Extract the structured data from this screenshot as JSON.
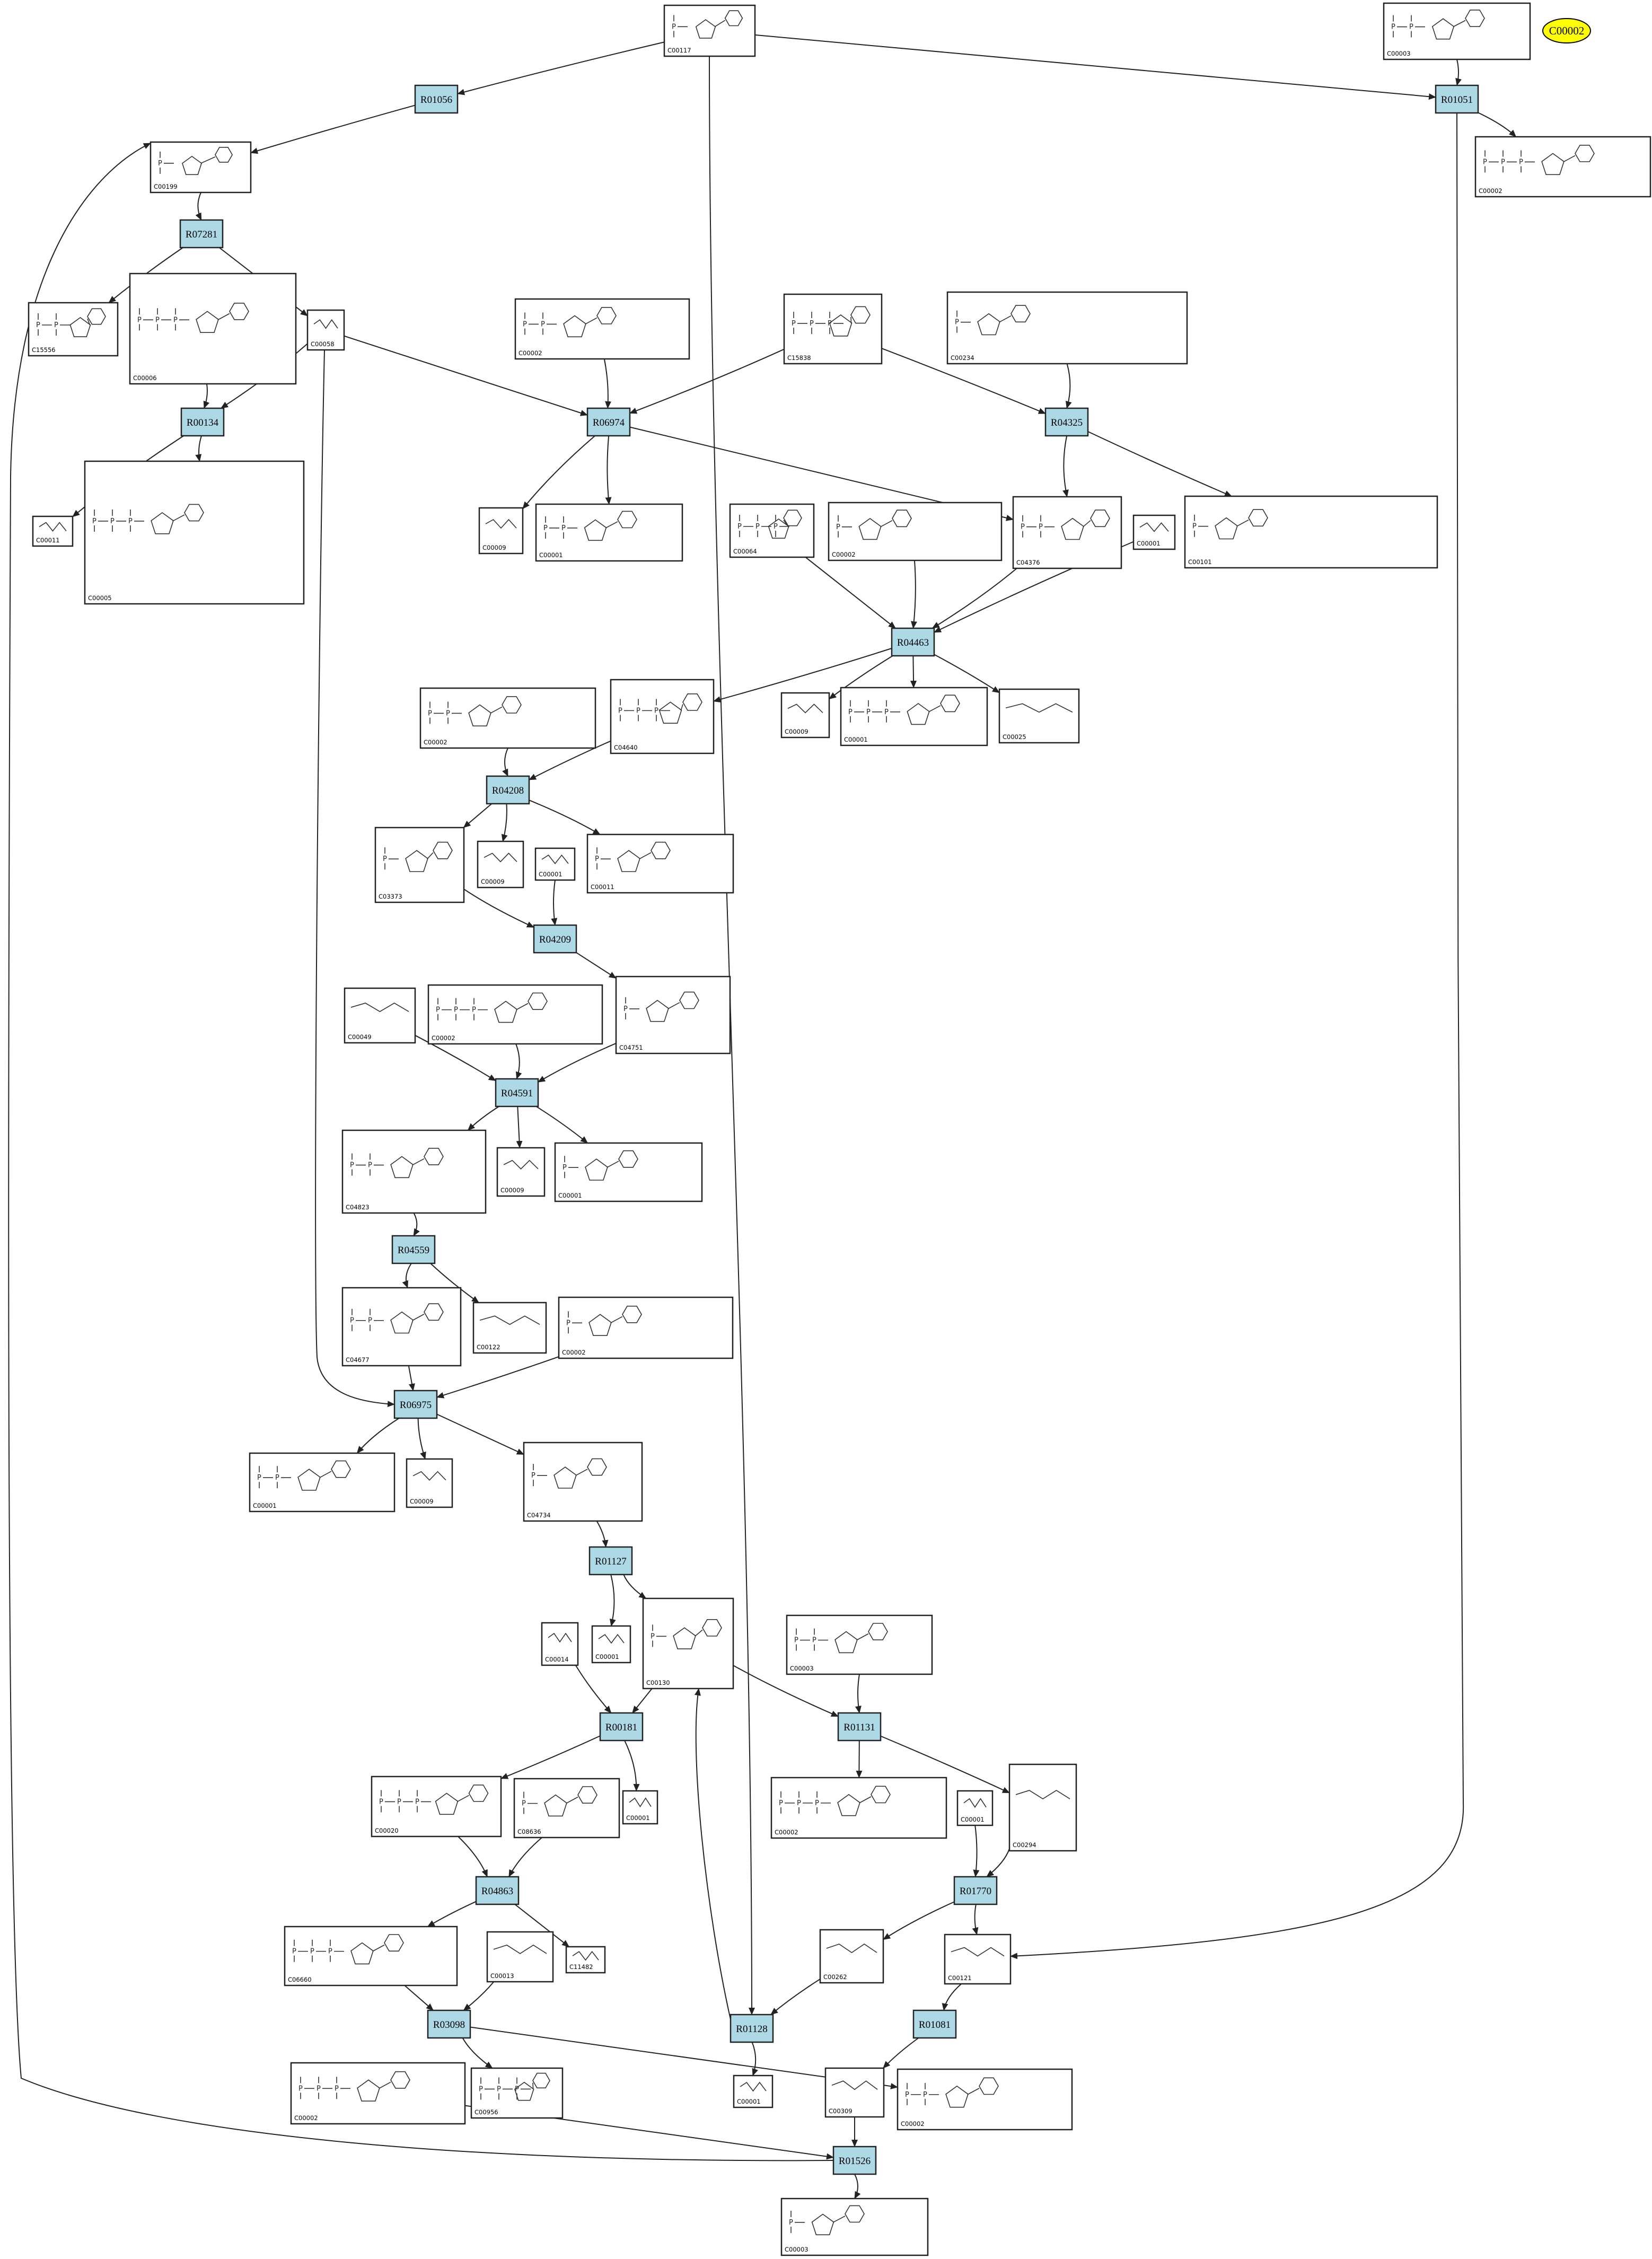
{
  "legend": {
    "label": "C00002",
    "color": "#ffff00"
  },
  "colors": {
    "reaction_fill": "#add8e6",
    "compound_fill": "#ffffff",
    "edge": "#222222"
  },
  "reactions": [
    "R01056",
    "R01051",
    "R07281",
    "R00134",
    "R06974",
    "R04325",
    "R04463",
    "R04208",
    "R04209",
    "R04591",
    "R04559",
    "R06975",
    "R01127",
    "R00181",
    "R01131",
    "R04863",
    "R01770",
    "R03098",
    "R01128",
    "R01081",
    "R01526"
  ],
  "compounds": [
    "C00117",
    "C00003",
    "C00002",
    "C00199",
    "C15556",
    "C00006",
    "C00058",
    "C00002",
    "C15838",
    "C00234",
    "C00011",
    "C00005",
    "C00009",
    "C00001",
    "C00064",
    "C00002",
    "C04376",
    "C00001",
    "C00101",
    "C00009",
    "C00001",
    "C00025",
    "C00002",
    "C04640",
    "C03373",
    "C00009",
    "C00001",
    "C00011",
    "C00049",
    "C00002",
    "C04751",
    "C04823",
    "C00009",
    "C00001",
    "C04677",
    "C00122",
    "C00002",
    "C00001",
    "C00009",
    "C04734",
    "C00014",
    "C00001",
    "C00130",
    "C00003",
    "C00020",
    "C08636",
    "C00001",
    "C00002",
    "C00001",
    "C00294",
    "C06660",
    "C00013",
    "C11482",
    "C00262",
    "C00121",
    "C00002",
    "C00956",
    "C00001",
    "C00309",
    "C00002",
    "C00003"
  ],
  "icon_names": [
    "compound-structure-icon",
    "arrowhead-icon"
  ]
}
